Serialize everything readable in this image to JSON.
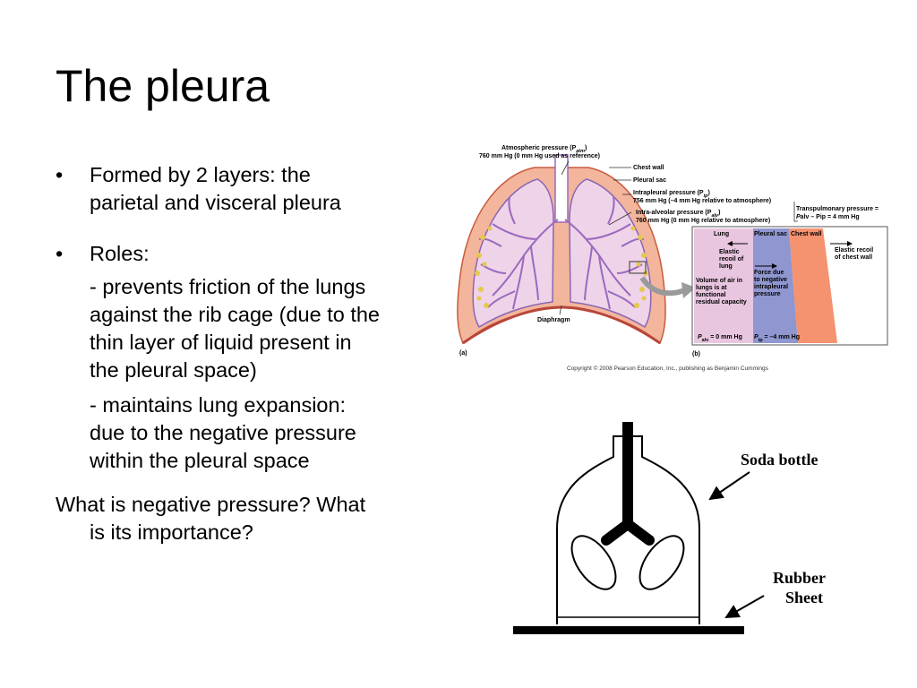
{
  "slide": {
    "title": "The pleura",
    "bullets": [
      {
        "symbol": "•",
        "text_line1": "Formed by 2 layers: the",
        "text_line2": "parietal and visceral pleura"
      },
      {
        "symbol": "•",
        "text_line1": "Roles:"
      }
    ],
    "roles": [
      {
        "lines": [
          "- prevents friction of the lungs",
          "against the rib cage (due to the",
          "thin layer of liquid present in",
          "the pleural space)"
        ]
      },
      {
        "lines": [
          "- maintains lung expansion:",
          "due to the negative pressure",
          "within the pleural space"
        ]
      }
    ],
    "question": {
      "line1": "What is negative pressure?  What",
      "line2": "is its importance?"
    }
  },
  "figure_a": {
    "atmospheric_1": "Atmospheric pressure (P",
    "atmospheric_sub": "atm",
    "atmospheric_2": ")",
    "atmospheric_line2": "760 mm Hg (0 mm Hg used as reference)",
    "chest_wall": "Chest wall",
    "pleural_sac": "Pleural sac",
    "intrapleural_1": "Intrapleural pressure (P",
    "intrapleural_sub": "ip",
    "intrapleural_2": ")",
    "intrapleural_line2": "756 mm Hg (–4 mm Hg relative to atmosphere)",
    "intraalveolar_1": "Intra-alveolar pressure (P",
    "intraalveolar_sub": "alv",
    "intraalveolar_2": ")",
    "intraalveolar_line2": "760 mm Hg (0 mm Hg relative to atmosphere)",
    "diaphragm": "Diaphragm",
    "label": "(a)"
  },
  "figure_b": {
    "transpulmonary_line1": "Transpulmonary pressure =",
    "transpulmonary_line2": "P",
    "transpulmonary_eq": "alv – P",
    "transpulmonary_tail": "ip = 4 mm Hg",
    "lung": "Lung",
    "pleural_sac": "Pleural sac",
    "chest_wall": "Chest wall",
    "elastic_recoil_lung": [
      "Elastic",
      "recoil of",
      "lung"
    ],
    "elastic_recoil_chest": [
      "Elastic recoil",
      "of chest wall"
    ],
    "force_due": [
      "Force due",
      "to negative",
      "intrapleural",
      "pressure"
    ],
    "volume_air": [
      "Volume of air in",
      "lungs is at",
      "functional",
      "residual capacity"
    ],
    "palv": "P",
    "palv_sub": "alv",
    "palv_val": " = 0 mm Hg",
    "pip": "P",
    "pip_sub": "ip",
    "pip_val": " = –4 mm Hg",
    "label": "(b)",
    "copyright": "Copyright © 2008 Pearson Education, Inc., publishing as Benjamin Cummings"
  },
  "bottle": {
    "soda_bottle": "Soda bottle",
    "rubber": "Rubber",
    "sheet": "Sheet"
  },
  "colors": {
    "lung_pink": "#e9c6e0",
    "pleural_blue": "#8f96d0",
    "chest_salmon": "#f5926f",
    "airway": "#9a6ac0",
    "alveoli_yellow": "#e6c84a"
  }
}
